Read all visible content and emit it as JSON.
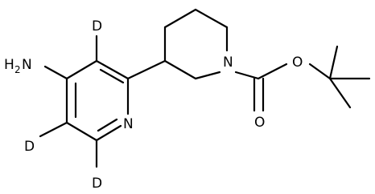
{
  "structure": {
    "amine_group": {
      "text": "H",
      "subscript": "2",
      "element": "N"
    },
    "ring_nitrogen": "N",
    "piperidine_nitrogen": "N",
    "carbonyl_oxygen": "O",
    "ester_oxygen": "O",
    "deuterium_labels": [
      "D",
      "D",
      "D"
    ]
  }
}
